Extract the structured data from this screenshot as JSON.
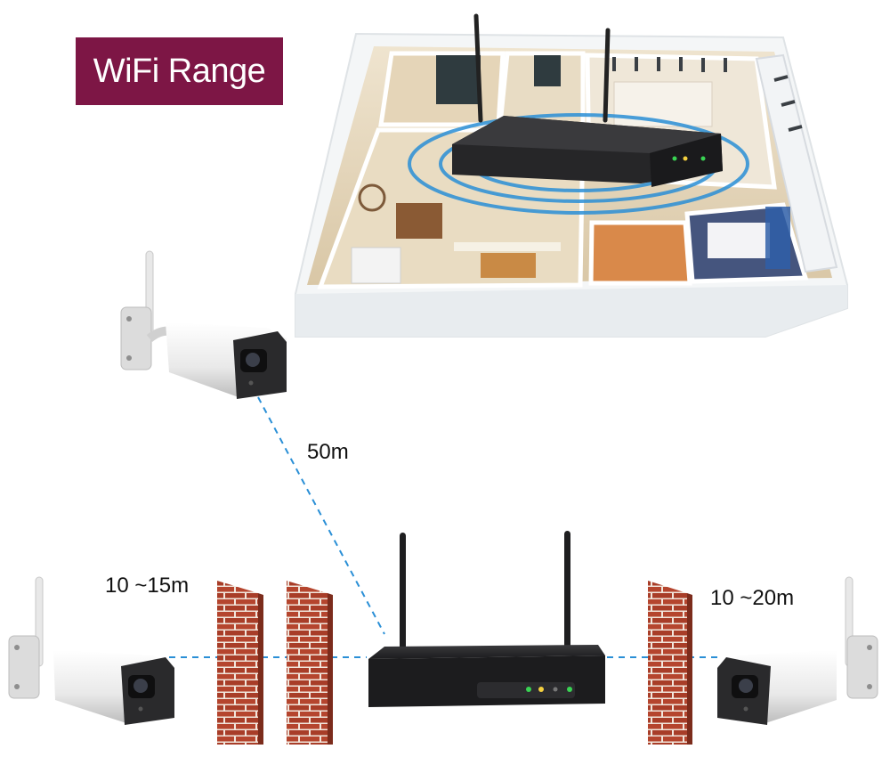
{
  "title": "WiFi Range",
  "distances": {
    "top": "50m",
    "left": "10 ~15m",
    "right": "10 ~20m"
  },
  "colors": {
    "title_bg": "#7d1645",
    "link_line": "#2a8fd6",
    "brick": "#b5452e",
    "nvr_body": "#1c1c1e",
    "led_green": "#39d353",
    "led_yellow": "#f4d03f"
  }
}
